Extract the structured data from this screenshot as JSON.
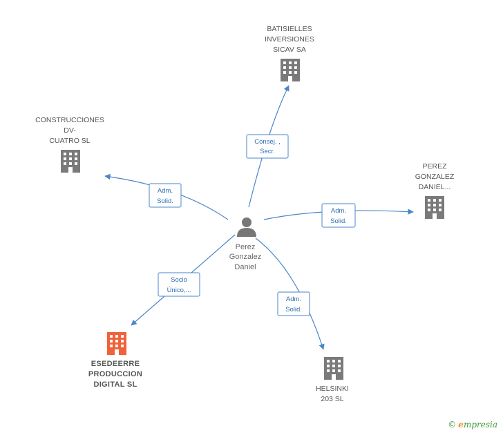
{
  "center": {
    "label_lines": [
      "Perez",
      "Gonzalez",
      "Daniel"
    ],
    "icon": "person-icon"
  },
  "nodes": [
    {
      "id": "batisielles",
      "label_lines": [
        "BATISIELLES",
        "INVERSIONES",
        "SICAV SA"
      ],
      "icon": "building-icon",
      "color": "#7a7a7a",
      "main": false
    },
    {
      "id": "construcciones",
      "label_lines": [
        "CONSTRUCCIONES",
        "DV-",
        "CUATRO SL"
      ],
      "icon": "building-icon",
      "color": "#7a7a7a",
      "main": false
    },
    {
      "id": "perez-gonzalez",
      "label_lines": [
        "PEREZ",
        "GONZALEZ",
        "DANIEL..."
      ],
      "icon": "building-icon",
      "color": "#7a7a7a",
      "main": false
    },
    {
      "id": "esedeerre",
      "label_lines": [
        "ESEDEERRE",
        "PRODUCCION",
        "DIGITAL  SL"
      ],
      "icon": "building-icon",
      "color": "#f0623a",
      "main": true
    },
    {
      "id": "helsinki",
      "label_lines": [
        "HELSINKI",
        "203 SL"
      ],
      "icon": "building-icon",
      "color": "#7a7a7a",
      "main": false
    }
  ],
  "edges": [
    {
      "to": "batisielles",
      "label_lines": [
        "Consej. ,",
        "Secr."
      ]
    },
    {
      "to": "construcciones",
      "label_lines": [
        "Adm.",
        "Solid."
      ]
    },
    {
      "to": "perez-gonzalez",
      "label_lines": [
        "Adm.",
        "Solid."
      ]
    },
    {
      "to": "esedeerre",
      "label_lines": [
        "Socio",
        "Único,..."
      ]
    },
    {
      "to": "helsinki",
      "label_lines": [
        "Adm.",
        "Solid."
      ]
    }
  ],
  "colors": {
    "edge": "#4a86c8",
    "building": "#7a7a7a",
    "highlight": "#f0623a",
    "person": "#777777"
  },
  "footer": {
    "copyright": "©",
    "brand_initial": "e",
    "brand_rest": "mpresia"
  }
}
